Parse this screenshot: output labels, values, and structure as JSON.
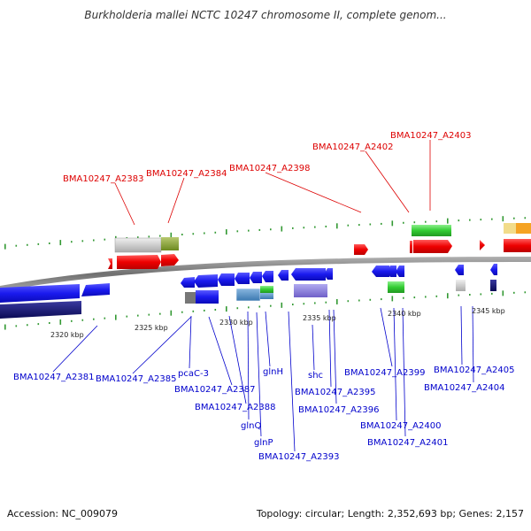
{
  "title": "Burkholderia mallei NCTC 10247 chromosome II, complete genom...",
  "footer": {
    "accession": "Accession: NC_009079",
    "topology": "Topology: circular; Length: 2,352,693 bp; Genes: 2,157"
  },
  "ticks": [
    "2320 kbp",
    "2325 kbp",
    "2330 kbp",
    "2335 kbp",
    "2340 kbp",
    "2345 kbp"
  ],
  "labels_top": [
    "BMA10247_A2383",
    "BMA10247_A2384",
    "BMA10247_A2398",
    "BMA10247_A2402",
    "BMA10247_A2403"
  ],
  "labels_bottom": [
    "BMA10247_A2381",
    "BMA10247_A2385",
    "pcaC-3",
    "BMA10247_A2387",
    "BMA10247_A2388",
    "glnQ",
    "glnP",
    "glnH",
    "BMA10247_A2393",
    "shc",
    "BMA10247_A2395",
    "BMA10247_A2396",
    "BMA10247_A2399",
    "BMA10247_A2400",
    "BMA10247_A2401",
    "BMA10247_A2405",
    "BMA10247_A2404"
  ],
  "colors": {
    "forward": "#ee0000",
    "reverse": "#1a1aee",
    "top_label": "#dd0000",
    "bottom_label": "#0000cc",
    "backbone": "#808080",
    "tick_mark": "#339933"
  }
}
